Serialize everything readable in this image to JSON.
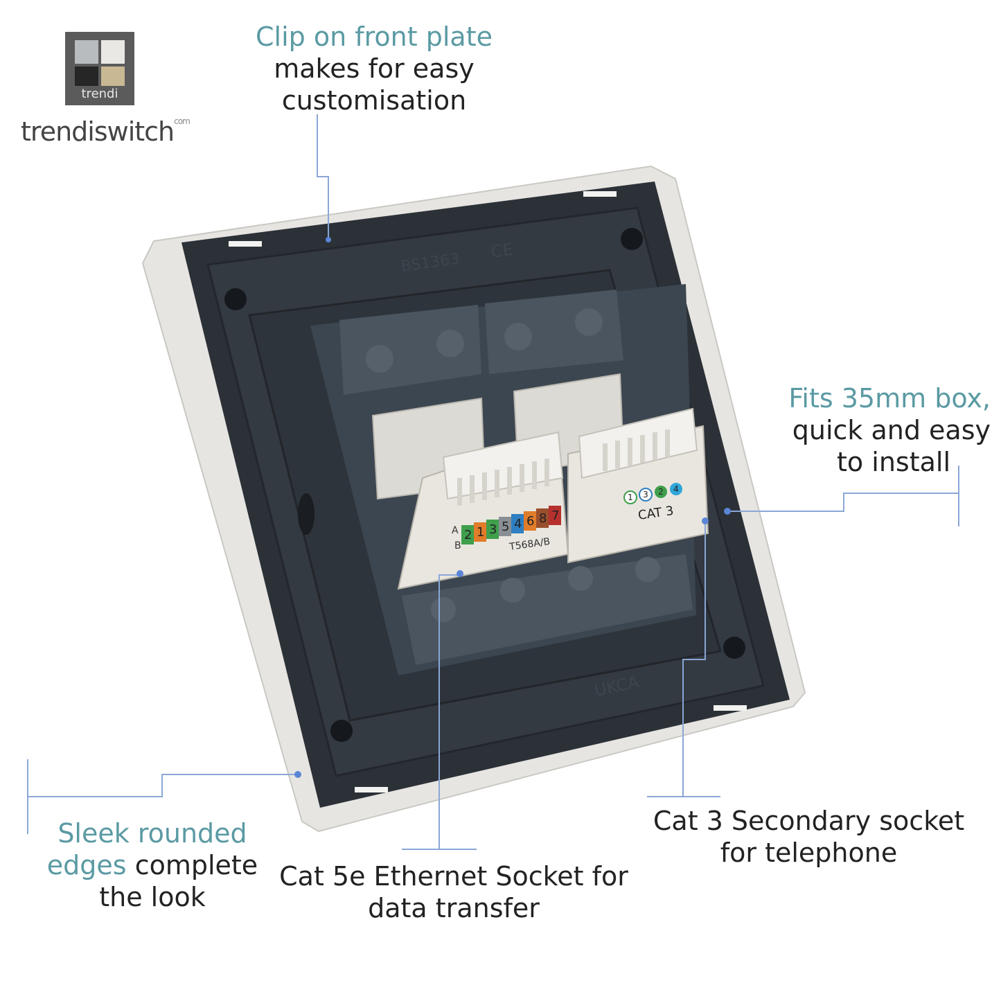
{
  "brand": {
    "logo_label": "trendi",
    "wordmark": "trendiswitch",
    "wordmark_suffix": "com"
  },
  "callouts": {
    "clip": {
      "line1": "Clip on front plate",
      "line2": "makes for easy",
      "line3": "customisation"
    },
    "fits": {
      "line1": "Fits 35mm box,",
      "line2": "quick and easy",
      "line3": "to install"
    },
    "edges": {
      "part1": "Sleek rounded",
      "part2": "edges",
      "part3": " complete",
      "part4": "the look"
    },
    "cat5": {
      "line1": "Cat 5e Ethernet Socket for",
      "line2": "data transfer"
    },
    "cat3": {
      "line1": "Cat 3 Secondary socket",
      "line2": "for telephone"
    }
  },
  "device_marks": {
    "standard": "BS1363",
    "ce": "CE",
    "ukca": "UKCA",
    "wiring_code": "T568A/B",
    "pin_numbers": [
      "2",
      "1",
      "3",
      "5",
      "4",
      "6",
      "8",
      "7"
    ],
    "row_a": "A",
    "row_b": "B",
    "cat3_label": "CAT 3",
    "cat3_pins": [
      "1",
      "3",
      "2",
      "4"
    ]
  },
  "colors": {
    "accent": "#5a9aa3",
    "leader": "#8aa7d6",
    "plate_frame": "#2c3138",
    "module": "#3c4650",
    "jack_white": "#e9e6df"
  }
}
